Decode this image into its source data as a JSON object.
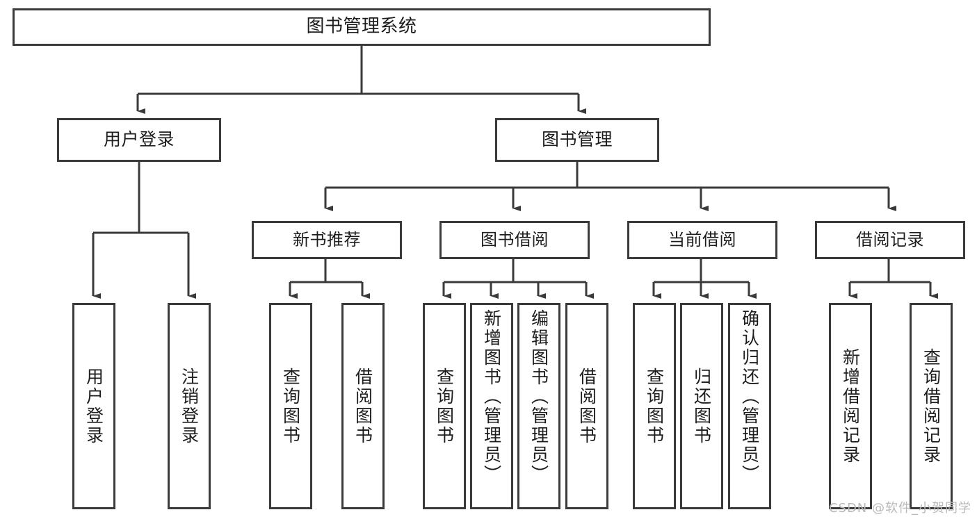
{
  "diagram": {
    "type": "tree-hierarchy",
    "title": "图书管理系统",
    "watermark": "CSDN @软件_小贺同学",
    "colors": {
      "stroke": "#3a3a3a",
      "fill": "#ffffff",
      "text": "#1d1d1d",
      "watermark": "#b9b9b9"
    },
    "nodes": {
      "root": {
        "label": "图书管理系统"
      },
      "level2": [
        {
          "id": "user-login",
          "label": "用户登录"
        },
        {
          "id": "book-manage",
          "label": "图书管理"
        }
      ],
      "level3": [
        {
          "id": "new-book-recommend",
          "label": "新书推荐"
        },
        {
          "id": "book-borrow",
          "label": "图书借阅"
        },
        {
          "id": "current-borrow",
          "label": "当前借阅"
        },
        {
          "id": "borrow-record",
          "label": "借阅记录"
        }
      ],
      "leaves": {
        "user_login": [
          {
            "id": "leaf-user-login",
            "label": "用户登录"
          },
          {
            "id": "leaf-user-logout",
            "label": "注销登录"
          }
        ],
        "new_book_recommend": [
          {
            "id": "leaf-query-book-1",
            "label": "查询图书"
          },
          {
            "id": "leaf-borrow-book-1",
            "label": "借阅图书"
          }
        ],
        "book_borrow": [
          {
            "id": "leaf-query-book-2",
            "label": "查询图书"
          },
          {
            "id": "leaf-add-book",
            "label": "新增图书（管理员）"
          },
          {
            "id": "leaf-edit-book",
            "label": "编辑图书（管理员）"
          },
          {
            "id": "leaf-borrow-book-2",
            "label": "借阅图书"
          }
        ],
        "current_borrow": [
          {
            "id": "leaf-query-book-3",
            "label": "查询图书"
          },
          {
            "id": "leaf-return-book",
            "label": "归还图书"
          },
          {
            "id": "leaf-confirm-return",
            "label": "确认归还（管理员）"
          }
        ],
        "borrow_record": [
          {
            "id": "leaf-add-record",
            "label": "新增借阅记录"
          },
          {
            "id": "leaf-query-record",
            "label": "查询借阅记录"
          }
        ]
      }
    }
  }
}
